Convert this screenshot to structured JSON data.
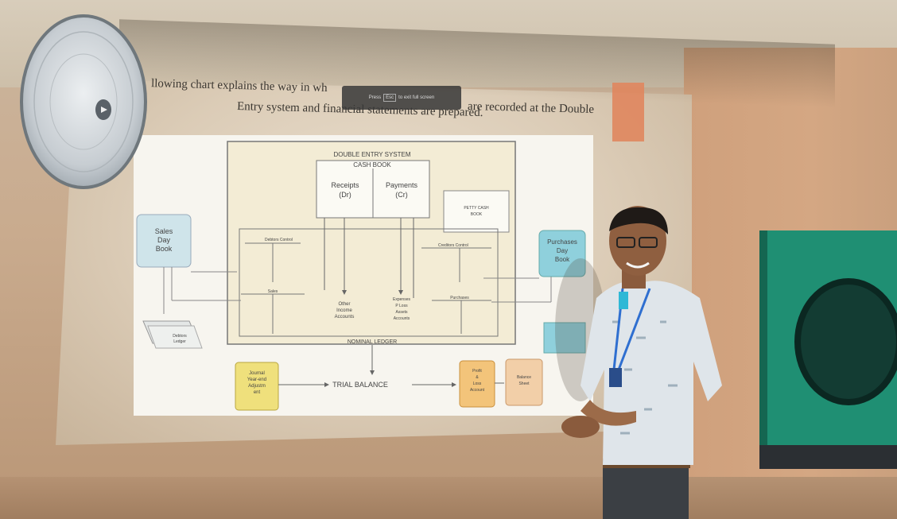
{
  "slide": {
    "intro_line_1_a": "llowing chart explains the way in wh",
    "intro_line_1_b": "are recorded at the Double",
    "intro_line_2": "Entry system and financial statements are prepared."
  },
  "fullscreen_toast": {
    "prefix": "Press",
    "key": "Esc",
    "suffix": "to exit full screen"
  },
  "diagram": {
    "system_title": "DOUBLE ENTRY SYSTEM",
    "cash_book_title": "CASH BOOK",
    "receipts_line1": "Receipts",
    "receipts_line2": "(Dr)",
    "payments_line1": "Payments",
    "payments_line2": "(Cr)",
    "petty_cash_line1": "PETTY CASH",
    "petty_cash_line2": "BOOK",
    "sales_day_book": [
      "Sales",
      "Day",
      "Book"
    ],
    "purchases_day_book": [
      "Purchases",
      "Day",
      "Book"
    ],
    "debtors_control": "Debtors Control",
    "creditors_control": "Creditors Control",
    "sales": "Sales",
    "purchases": "Purchases",
    "other_income": [
      "Other",
      "Income",
      "Accounts"
    ],
    "expenses": [
      "Expenses",
      "P Loss",
      "Assets",
      "Accounts"
    ],
    "debtors_ledger": [
      "Debtors",
      "Ledger"
    ],
    "nominal_ledger": "NOMINAL LEDGER",
    "journal": [
      "Journal",
      "Year-end",
      "Adjustm",
      "ent"
    ],
    "trial_balance": "TRIAL BALANCE",
    "profit_loss": [
      "Profit",
      "&",
      "Loss",
      "Account"
    ],
    "balance_sheet": [
      "Balance",
      "Sheet"
    ]
  },
  "colors": {
    "day_book_fill": "#cfe4ea",
    "journal_fill": "#efe07c",
    "profit_loss_fill": "#f3c47a",
    "balance_sheet_fill": "#f2cfa8",
    "cooler_green": "#1f8f73",
    "shirt": "#dfe5ea",
    "lanyard": "#2f6fd0"
  },
  "icons": {
    "fan": "wall-fan",
    "person": "presenter",
    "cooler": "air-cooler"
  }
}
